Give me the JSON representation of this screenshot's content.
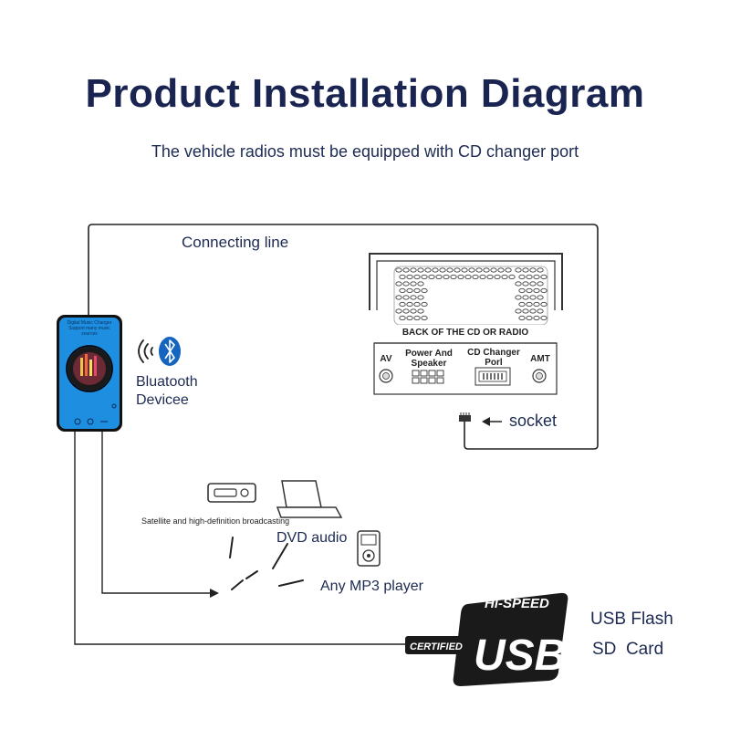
{
  "title": "Product Installation Diagram",
  "subtitle": "The vehicle radios must be equipped with CD changer port",
  "labels": {
    "connecting_line": "Connecting line",
    "bluetooth_line1": "Bluatooth",
    "bluetooth_line2": "Devicee",
    "socket": "socket",
    "satellite": "Satellite and high-definition broadcasting",
    "dvd": "DVD audio",
    "mp3": "Any MP3 player",
    "usb_flash": "USB Flash",
    "sd_card": "SD  Card"
  },
  "radio": {
    "back_label": "BACK OF THE CD OR RADIO",
    "av": "AV",
    "power_line1": "Power And",
    "power_line2": "Speaker",
    "cd_line1": "CD Changer",
    "cd_line2": "Porl",
    "amt": "AMT"
  },
  "usb_logo": {
    "hi_speed": "Hi-SPEED",
    "certified": "CERTIFIED",
    "usb": "USB"
  },
  "device": {
    "line1": "Digital Music Changer",
    "line2": "Support many music sources"
  },
  "colors": {
    "title": "#1a2450",
    "text": "#1d2b52",
    "device_blue": "#1e8fe0",
    "bluetooth_blue": "#1565c0",
    "line": "#222222"
  },
  "icons": [
    "bluetooth-icon",
    "wireless-signal-icon",
    "cd-player-icon",
    "laptop-icon",
    "mp3-player-icon",
    "aux-plug-icon",
    "arrow-left-icon"
  ]
}
